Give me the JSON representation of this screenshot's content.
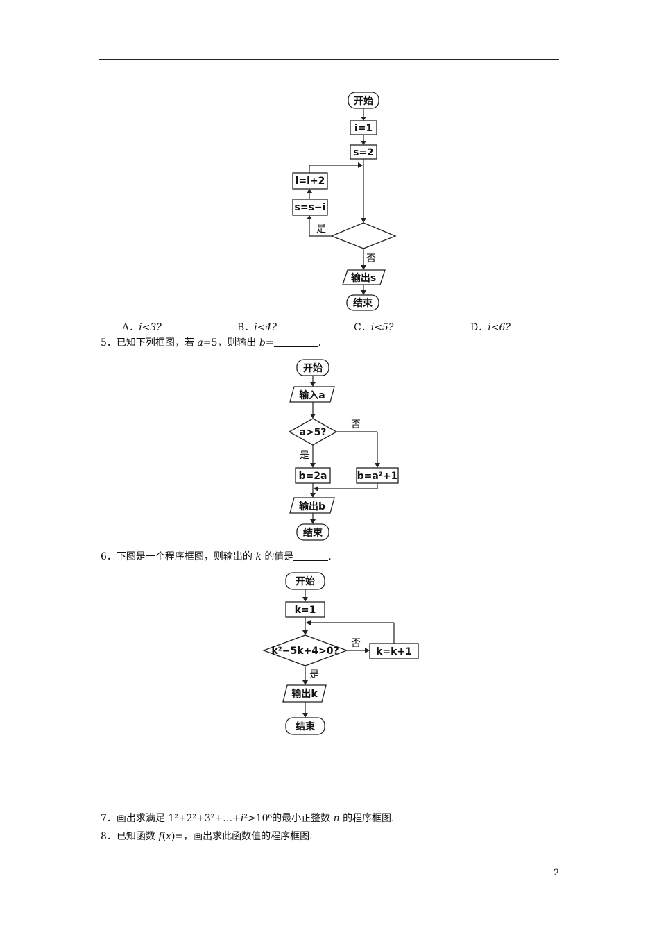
{
  "flowchart1": {
    "start": "开始",
    "init_i": "i=1",
    "init_s": "s=2",
    "update_i": "i=i+2",
    "update_s": "s=s−i",
    "yes": "是",
    "no": "否",
    "output": "输出s",
    "end": "结束"
  },
  "q4_options": [
    {
      "letter": "A．",
      "text": "i<3?"
    },
    {
      "letter": "B．",
      "text": "i<4?"
    },
    {
      "letter": "C．",
      "text": "i<5?"
    },
    {
      "letter": "D．",
      "text": "i<6?"
    }
  ],
  "q5": {
    "number": "5．",
    "text_a": "已知下列框图，若",
    "var_a": "a",
    "text_b": "=5，则输出",
    "var_b": "b",
    "text_c": "=",
    "text_d": "."
  },
  "flowchart2": {
    "start": "开始",
    "input": "输入a",
    "cond": "a>5?",
    "no": "否",
    "yes": "是",
    "left_box": "b=2a",
    "right_box": "b=a²+1",
    "output": "输出b",
    "end": "结束"
  },
  "q6": {
    "number": "6．",
    "text_a": "下图是一个程序框图，则输出的",
    "var_k": "k",
    "text_b": "的值是",
    "text_c": "."
  },
  "flowchart3": {
    "start": "开始",
    "init_k": "k=1",
    "cond": "k²−5k+4>0?",
    "no": "否",
    "update_k": "k=k+1",
    "yes": "是",
    "output": "输出k",
    "end": "结束"
  },
  "q7": {
    "number": "7．",
    "text_a": "画出求满足 1²+2²+3²+…+",
    "var_i": "i",
    "text_b": "²>10⁶的最小正整数",
    "var_n": "n",
    "text_c": "的程序框图."
  },
  "q8": {
    "number": "8．",
    "text_a": "已知函数",
    "func": "f",
    "text_b": "(",
    "var_x": "x",
    "text_c": ")=，画出求此函数值的程序框图."
  },
  "page_number": "2"
}
